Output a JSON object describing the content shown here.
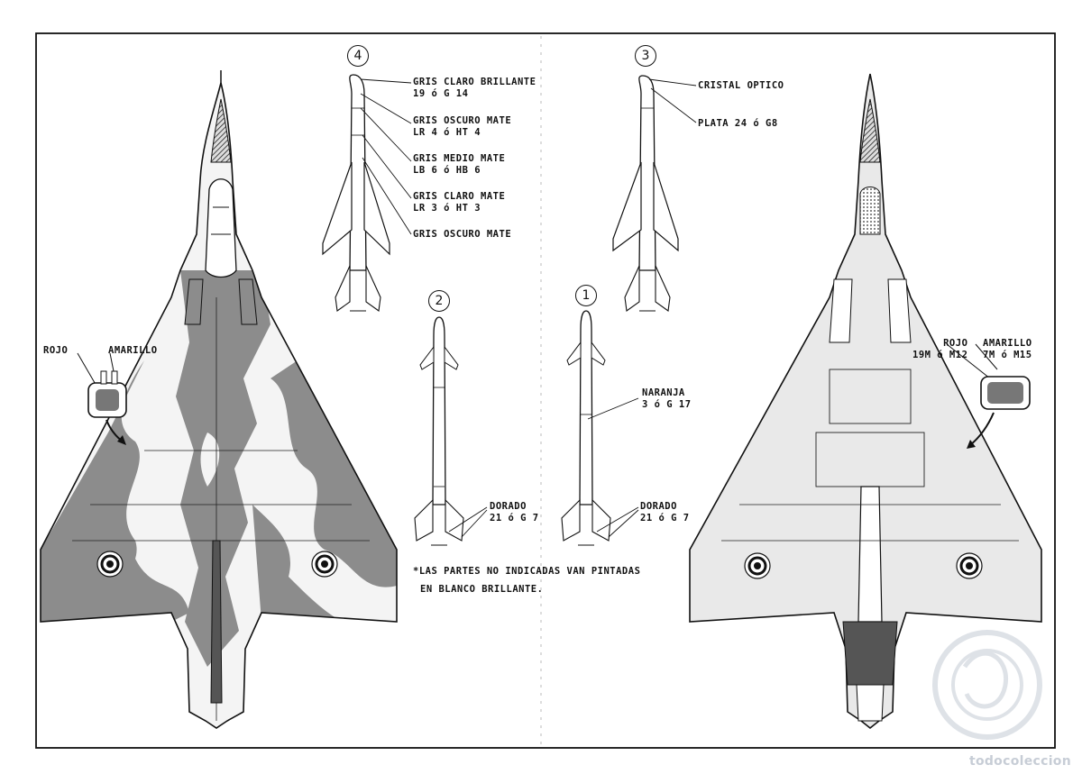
{
  "callouts": {
    "m4": {
      "number": "4",
      "gris_claro_brillante": "GRIS CLARO BRILLANTE",
      "gris_claro_brillante_code": "19 ó G 14",
      "gris_oscuro_mate": "GRIS OSCURO MATE",
      "gris_oscuro_mate_code": "LR 4 ó HT 4",
      "gris_medio_mate": "GRIS MEDIO MATE",
      "gris_medio_mate_code": "LB 6 ó HB 6",
      "gris_claro_mate": "GRIS CLARO MATE",
      "gris_claro_mate_code": "LR 3 ó HT 3",
      "gris_oscuro_mate_2": "GRIS OSCURO MATE"
    },
    "m3": {
      "number": "3",
      "cristal_optico": "CRISTAL OPTICO",
      "plata": "PLATA 24 ó G8"
    },
    "m2": {
      "number": "2",
      "dorado": "DORADO",
      "dorado_code": "21 ó G 7"
    },
    "m1": {
      "number": "1",
      "naranja": "NARANJA",
      "naranja_code": "3 ó G 17",
      "dorado": "DORADO",
      "dorado_code": "21 ó G 7"
    },
    "left_plane": {
      "rojo": "ROJO",
      "amarillo": "AMARILLO"
    },
    "right_plane": {
      "rojo": "ROJO",
      "rojo_code": "19M ó M12",
      "amarillo": "AMARILLO",
      "amarillo_code": "7M ó M15"
    }
  },
  "note": {
    "line1": "*LAS PARTES NO INDICADAS VAN PINTADAS",
    "line2": "EN BLANCO BRILLANTE."
  },
  "watermark": "todocoleccion",
  "colors": {
    "ink": "#111111",
    "camo_dark": "#8c8c8c",
    "camo_light": "#f4f4f4",
    "underside": "#e9e9e9",
    "watermark": "#c7cdd6"
  }
}
